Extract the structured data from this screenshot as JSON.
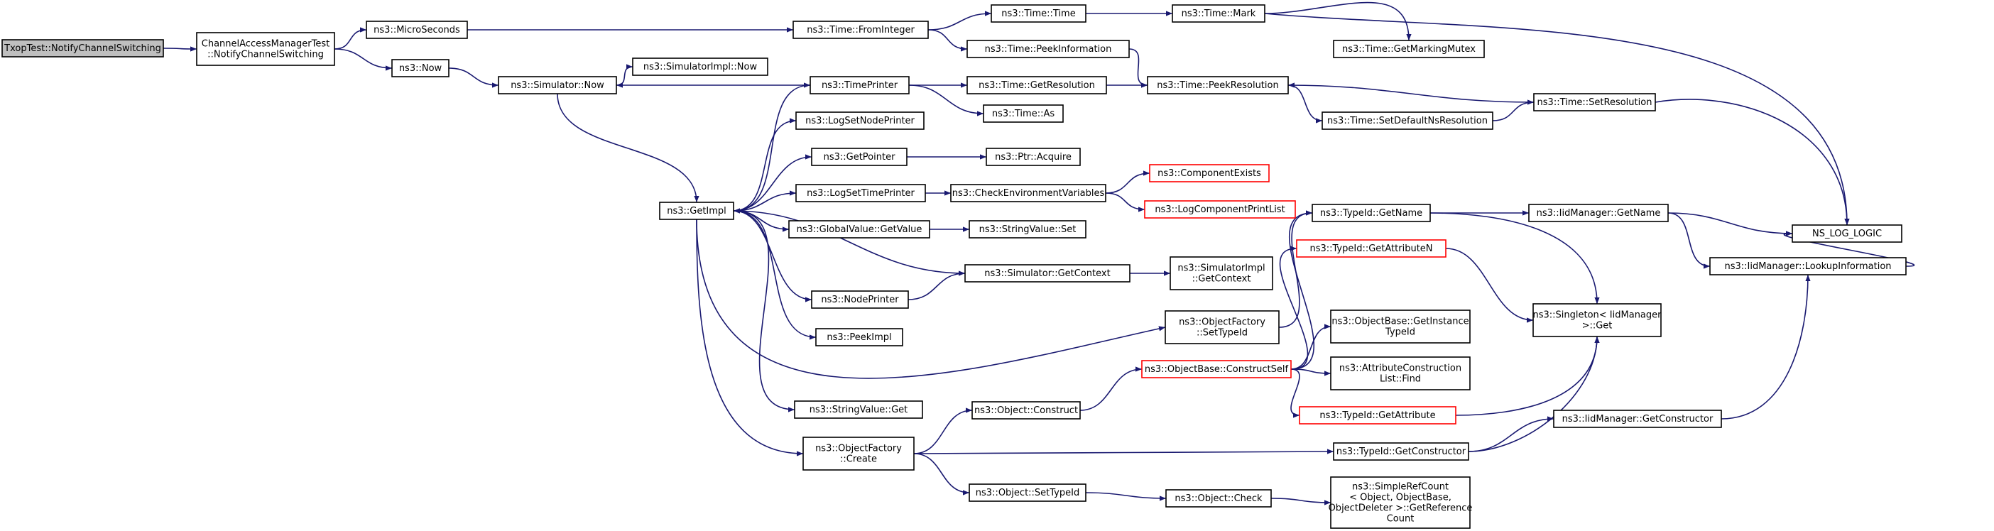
{
  "colors": {
    "edge": "#191970",
    "node_border": "#000000",
    "node_fill": "#ffffff",
    "root_fill": "#bfbfbf",
    "truncated_border": "#ff0000"
  },
  "nodes": [
    {
      "id": "root",
      "lines": [
        "TxopTest::NotifyChannelSwitching"
      ],
      "kind": "root"
    },
    {
      "id": "camt",
      "lines": [
        "ChannelAccessManagerTest",
        "::NotifyChannelSwitching"
      ],
      "kind": "normal"
    },
    {
      "id": "micro",
      "lines": [
        "ns3::MicroSeconds"
      ],
      "kind": "normal"
    },
    {
      "id": "now",
      "lines": [
        "ns3::Now"
      ],
      "kind": "normal"
    },
    {
      "id": "fromint",
      "lines": [
        "ns3::Time::FromInteger"
      ],
      "kind": "normal"
    },
    {
      "id": "timetime",
      "lines": [
        "ns3::Time::Time"
      ],
      "kind": "normal"
    },
    {
      "id": "mark",
      "lines": [
        "ns3::Time::Mark"
      ],
      "kind": "normal"
    },
    {
      "id": "markmutex",
      "lines": [
        "ns3::Time::GetMarkingMutex"
      ],
      "kind": "normal"
    },
    {
      "id": "peekinfo",
      "lines": [
        "ns3::Time::PeekInformation"
      ],
      "kind": "normal"
    },
    {
      "id": "simnow",
      "lines": [
        "ns3::Simulator::Now"
      ],
      "kind": "normal"
    },
    {
      "id": "simimplnow",
      "lines": [
        "ns3::SimulatorImpl::Now"
      ],
      "kind": "normal"
    },
    {
      "id": "timeprinter",
      "lines": [
        "ns3::TimePrinter"
      ],
      "kind": "normal"
    },
    {
      "id": "getres",
      "lines": [
        "ns3::Time::GetResolution"
      ],
      "kind": "normal"
    },
    {
      "id": "peekres",
      "lines": [
        "ns3::Time::PeekResolution"
      ],
      "kind": "normal"
    },
    {
      "id": "timeas",
      "lines": [
        "ns3::Time::As"
      ],
      "kind": "normal"
    },
    {
      "id": "setdefns",
      "lines": [
        "ns3::Time::SetDefaultNsResolution"
      ],
      "kind": "normal"
    },
    {
      "id": "setres",
      "lines": [
        "ns3::Time::SetResolution"
      ],
      "kind": "normal"
    },
    {
      "id": "nslog",
      "lines": [
        "NS_LOG_LOGIC"
      ],
      "kind": "normal"
    },
    {
      "id": "lognodeprinter",
      "lines": [
        "ns3::LogSetNodePrinter"
      ],
      "kind": "normal"
    },
    {
      "id": "getpointer",
      "lines": [
        "ns3::GetPointer"
      ],
      "kind": "normal"
    },
    {
      "id": "ptracquire",
      "lines": [
        "ns3::Ptr::Acquire"
      ],
      "kind": "normal"
    },
    {
      "id": "logtimeprinter",
      "lines": [
        "ns3::LogSetTimePrinter"
      ],
      "kind": "normal"
    },
    {
      "id": "checkenv",
      "lines": [
        "ns3::CheckEnvironmentVariables"
      ],
      "kind": "normal"
    },
    {
      "id": "compexists",
      "lines": [
        "ns3::ComponentExists"
      ],
      "kind": "truncated"
    },
    {
      "id": "logcompprint",
      "lines": [
        "ns3::LogComponentPrintList"
      ],
      "kind": "truncated"
    },
    {
      "id": "getimpl",
      "lines": [
        "ns3::GetImpl"
      ],
      "kind": "normal"
    },
    {
      "id": "gvgetvalue",
      "lines": [
        "ns3::GlobalValue::GetValue"
      ],
      "kind": "normal"
    },
    {
      "id": "strset",
      "lines": [
        "ns3::StringValue::Set"
      ],
      "kind": "normal"
    },
    {
      "id": "simgetctx",
      "lines": [
        "ns3::Simulator::GetContext"
      ],
      "kind": "normal"
    },
    {
      "id": "simimplgetctx",
      "lines": [
        "ns3::SimulatorImpl",
        "::GetContext"
      ],
      "kind": "normal"
    },
    {
      "id": "nodeprinter",
      "lines": [
        "ns3::NodePrinter"
      ],
      "kind": "normal"
    },
    {
      "id": "peekimpl",
      "lines": [
        "ns3::PeekImpl"
      ],
      "kind": "normal"
    },
    {
      "id": "strget",
      "lines": [
        "ns3::StringValue::Get"
      ],
      "kind": "normal"
    },
    {
      "id": "ofcreate",
      "lines": [
        "ns3::ObjectFactory",
        "::Create"
      ],
      "kind": "normal"
    },
    {
      "id": "ofsettypeid",
      "lines": [
        "ns3::ObjectFactory",
        "::SetTypeId"
      ],
      "kind": "normal"
    },
    {
      "id": "typeidgetname",
      "lines": [
        "ns3::TypeId::GetName"
      ],
      "kind": "normal"
    },
    {
      "id": "iidgetname",
      "lines": [
        "ns3::IidManager::GetName"
      ],
      "kind": "normal"
    },
    {
      "id": "iidlookup",
      "lines": [
        "ns3::IidManager::LookupInformation"
      ],
      "kind": "normal"
    },
    {
      "id": "typeidgetattrn",
      "lines": [
        "ns3::TypeId::GetAttributeN"
      ],
      "kind": "truncated"
    },
    {
      "id": "singleton",
      "lines": [
        "ns3::Singleton< IidManager",
        " >::Get"
      ],
      "kind": "normal"
    },
    {
      "id": "obgetinst",
      "lines": [
        "ns3::ObjectBase::GetInstance",
        "TypeId"
      ],
      "kind": "normal"
    },
    {
      "id": "obconstruct",
      "lines": [
        "ns3::ObjectBase::ConstructSelf"
      ],
      "kind": "truncated"
    },
    {
      "id": "attrfind",
      "lines": [
        "ns3::AttributeConstruction",
        "List::Find"
      ],
      "kind": "normal"
    },
    {
      "id": "typeidgetattr",
      "lines": [
        "ns3::TypeId::GetAttribute"
      ],
      "kind": "truncated"
    },
    {
      "id": "objconstruct",
      "lines": [
        "ns3::Object::Construct"
      ],
      "kind": "normal"
    },
    {
      "id": "iidgetctor",
      "lines": [
        "ns3::IidManager::GetConstructor"
      ],
      "kind": "normal"
    },
    {
      "id": "typeidgetctor",
      "lines": [
        "ns3::TypeId::GetConstructor"
      ],
      "kind": "normal"
    },
    {
      "id": "objsettypeid",
      "lines": [
        "ns3::Object::SetTypeId"
      ],
      "kind": "normal"
    },
    {
      "id": "objcheck",
      "lines": [
        "ns3::Object::Check"
      ],
      "kind": "normal"
    },
    {
      "id": "simplerefcount",
      "lines": [
        "ns3::SimpleRefCount",
        "< Object, ObjectBase,",
        "ObjectDeleter >::GetReference",
        "Count"
      ],
      "kind": "normal"
    }
  ]
}
